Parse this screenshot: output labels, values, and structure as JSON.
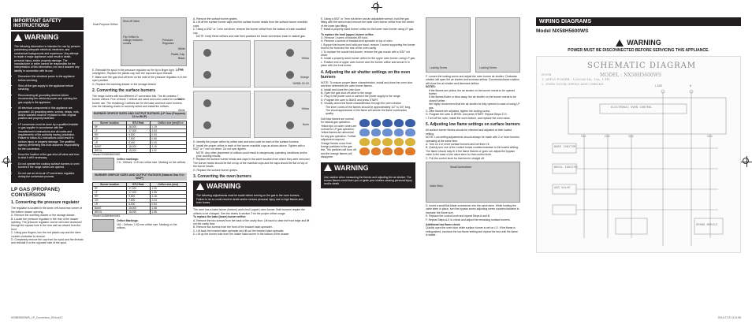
{
  "col1": {
    "section_title": "IMPORTANT SAFETY INSTRUCTIONS",
    "warning_label": "WARNING",
    "warning_paras": [
      "The following information is intended for use by persons possessing adequate electrical, electronic, and mechanical backgrounds and experience. Any attempt to repair a major appliance could result in death, personal injury, and/or property damage. The manufacturer or seller cannot be responsible for the interpretation of this information, nor can it assume any liability in connection with its use."
    ],
    "warning_bullets": [
      "Disconnect the electrical power to the appliance before servicing.",
      "Shut off the gas supply to the appliance before servicing.",
      "Reconnecting all grounding devices before reconnecting the electrical power and opening the gas supply to the appliance.",
      "All electrical components in this appliance are grounded. All grounding wires, screws, straps, nuts, and/or washers must be replaced to their original position and properly fastened.",
      "LP conversion must be done by a qualified installer or gas supplier in accordance with the manufacturer's instructions and all codes and requirements of the authority having jurisdiction. Failure to follow ALL instructions could result in serious injury or property damage. The qualified agency performing this work assumes responsibility for the conversion.",
      "Know the location of the gas shut-off valve and how to shut it off if necessary.",
      "Do not operate the cooktop surface burners or oven burners if the range valves are opened.",
      "Do not use an air-to-air LP conversion regulator during the conversion process."
    ],
    "lp_title": "LP GAS (PROPANE) CONVERSION",
    "sub1": "1. Converting the pressure regulator",
    "sub1_lines": [
      "The regulator is located in the lower, left-hand rear corner of the bottom drawer opening.",
      "A. Remove the warming drawer or the storage drawer.",
      "B. Locate the pressure regulator in the rear of the drawer opening. The pressure regulator can be seen and accessed through the square hole in the rear wall as viewed from the front.",
      "C. Using your fingers, turn the red plastic cap and the stem counter-clockwise to remove.",
      "D. Completely remove the cap from the spud and the threads and reinstall it on the opposite side of the spud."
    ]
  },
  "col2": {
    "callouts": [
      "Shut-off Valve",
      "Dual-Purpose Orifice",
      "Flip Orifice to change between modes",
      "Pressure Regulator",
      "Plastic Cap"
    ],
    "steps": [
      "E. Reinstall the spud in the pressure regulator so the tip is finger-tight. Do not overtighten. Replace the plastic cap over the exposed spud threads.",
      "F. Make sure the gas shut-off lever on the side of the pressure regulator is in the open position.",
      "G. Replace the warming drawer or the storage drawer."
    ],
    "sub2": "2. Converting the surface burners",
    "sub2_text": "The range comes with two different LP conversion kits. The kit contains 7 burner orifices. Five of these 7 orifices are sized and color-coded for surface burner use. The remaining 2 orifices are for the bake and broil oven burners. Use the following charts to correctly select and install the orifices.",
    "table1_title": "BURNER ORIFICE SIZES AND OUTPUT RATINGS (LP Gas (Propane) 10 in WCP)",
    "table1_head": [
      "Burner location",
      "BTU Rate",
      "Orifice size (mm)"
    ],
    "table1_rows": [
      [
        "RF",
        "18,000",
        "1.19"
      ],
      [
        "LF",
        "17,000",
        "1.54"
      ],
      [
        "RR",
        "9,500",
        "0.93"
      ],
      [
        "CR",
        "7,500",
        "0.86"
      ],
      [
        "LR",
        "5,000",
        "0.43"
      ],
      [
        "BAKE",
        "18,000",
        "1.19"
      ],
      [
        "BROIL",
        "15,000",
        "1.02"
      ]
    ],
    "table1_foot": "*Model NX58H5600WS",
    "orif1_title": "Orifice markings:",
    "orif1_text": "7.5 - Orifices: 1.19 mm orifice size. Marking on the orifices.",
    "table2_title": "BURNER ORIFICE SIZES AND OUTPUT RATINGS (Natural Gas 5 in WCP)",
    "table2_head": [
      "Burner location",
      "BTU Rate",
      "Orifice size (mm)"
    ],
    "table2_rows": [
      [
        "RF",
        "17,000",
        "1.55"
      ],
      [
        "LF",
        "17,000",
        "1.55"
      ],
      [
        "RR",
        "9,500",
        "1.18"
      ],
      [
        "CR",
        "7,500",
        "1.04"
      ],
      [
        "LR",
        "5,000",
        "0.84"
      ],
      [
        "BAKE",
        "16,000",
        "1.58"
      ],
      [
        "BROIL",
        "15,000",
        "1.58"
      ]
    ],
    "table2_foot": "*Model NX58H5600WS",
    "orif2_title": "Orifice Markings:",
    "orif2_text": "162 - Orifices: 1.62 mm orifice size. Marking on the orifices."
  },
  "col3": {
    "steps_top": [
      "A. Remove the surface burner grates.",
      "B. Lift off the surface burner caps and the surface burner heads from the surface burner manifold cups.",
      "C. Using a 9/32\" or 7 mm nut driver, remove the burner orifice from the bottom of each manifold cup."
    ],
    "note": "NOTE: Keep these orifices and note their positions for future conversion back to natural gas.",
    "pic_labels": [
      "White",
      "Black",
      "Red",
      "Yellow",
      "Orange",
      "White",
      "White",
      "Blue",
      "Yellow",
      "None"
    ],
    "pic_codes": [
      "N0958-XX-00"
    ],
    "steps_mid": [
      "D. Identify the proper orifice by orifice size and color code for each of the surface burners.",
      "E. Install the proper orifice in each of the burner manifold cups as shown above. Tighten with a 9/32\" or 7 mm nut driver. Do not over-tighten.",
      "NOTE: Any other placement of orifices could result in dangerously operating conditions and/or poor cooking results.",
      "F. Replace the surface burner heads and caps in the same location from which they were removed. The burner heads should be flat on top of the manifold cups and the caps should be flat on top of the burner heads.",
      "G. Replace the surface burner grates."
    ],
    "sub3": "3. Converting the oven burners",
    "warning_label": "WARNING",
    "warning_text": "The following adjustments must be made before turning on the gas to the oven burners. Failure to do so could result in death and/or serious personal injury due to high flames and toxic fumes.",
    "oven_text": [
      "The oven has a bake burner (bottom) and a broil (upper) oven burner. Both burners require the orifices to be changed. See the charts in section 2 for the proper orifice usage.",
      "To replace the bake (lower) burner orifice:",
      "A. Remove the two screws from the back of the cavity floor. Lift back to clear the front edge and lift out the cavity floor.",
      "B. Remove two screws from the front of the bracket bake-spreader.",
      "C. Lift back the bracket bake-spreader and lift out the bracket bake-spreader.",
      "D. Lift up the burner tube from the holder bake burner in the bottom of the drawer."
    ]
  },
  "col4": {
    "steps_top": [
      "E. Using a 9/32\" or 7mm nut driver and an adjustable wrench, hold the gas fitting with the wrench and remove the bake oven burner orifice from the center of the lower gas fitting.",
      "F. Install a properly sized burner orifice for the lower oven burner using LP gas."
    ],
    "sub_broil": "To replace the broil (upper) burner orifice:",
    "broil_steps": [
      "G. Remove 1 screw of bracket-KR hold.",
      "H. Remove 4 screws of bracket-broil spreader to top of oven.",
      "I. Support the burner-broil with one hand, remove 2 screw supporting the burner broil to the front and the rear of the oven cavity.",
      "J. To replace the nozzle bird-burner, remove the gas nozzle with a 9/32\" nut driver.",
      "K. Install a properly sized burner orifice for the upper oven burner, using LP gas.",
      "L. Position end of upper oven burner over the burner orifice and secure it in place with the front screw."
    ],
    "sub4": "4. Adjusting the air shutter settings on the oven burners",
    "note4": "NOTE: To ensure proper flame characteristics, install and close the oven door and then determine the oven burner flames.",
    "steps4": [
      "A. Install and close the oven door.",
      "B. Open the gas shut-off valve to the range.",
      "C. Plug in the power cord or connect the power supply to the range.",
      "D. Program the oven to BAKE and press START.",
      "E. Visually check the flame characteristics through the oven window."
    ],
    "bullets4": [
      "The inner cones of the flames should be approximately 1/2\" to 3/4\" long.",
      "The visual appearance of the flame will denote the flame combustion quality."
    ],
    "flame_notes": [
      "Soft blue flames are normal for natural gas operation.",
      "Yellow tips on outer cones are normal for LP gas operation.",
      "Yellow flames are abnormal for any gas operation. Further adjustment required.",
      "Orange flames occur from foreign particles in the gas line. The particles will burn off and the orange flames will disappear."
    ],
    "warning_label": "WARNING",
    "warning_text": "Use caution when measuring the flames and adjusting the air shutter. The burner flames could burn you or ignite your clothes causing personal injury and/or death."
  },
  "col5": {
    "pic_labels": [
      "Locking Screw",
      "Locking Screw"
    ],
    "steps_top": [
      "F. Loosen the locking screw and adjust the oven burner air shutter. Clockwise rotation will open the air shutter and increase airflow. Counterclockwise rotation will close the air shutter and decrease airflow."
    ],
    "notes_title": "NOTES:",
    "notes": [
      "If the flames are yellow, the air shutter on the burner needs to be opened further.",
      "If the flames flutter or blow away, the air shutter on the burner needs to be closed further.",
      "We highly recommend that the air shutter be fully opened in case of using LP gas."
    ],
    "steps_mid": [
      "G. After flames are adjusted, tighten the locking screw.",
      "H. Program the oven to BROIL and press START. Repeat Steps E-G.",
      "I. Turn off the oven, install the oven bottom, and replace the oven racks."
    ],
    "sub5": "5. Adjusting low flame settings on surface burners",
    "sub5_text": "All surface burner flames should be checked and adjusted at their lowest setting.",
    "note5": "NOTE: Low setting adjustments should always be made with 2 or more burners operating at the same time.",
    "steps5": [
      "A. Turn on 2 or more surface burners and set them HI.",
      "B. Quickly turn one of the control knobs counterclockwise to the lowest setting. The flame should stay lit. If the flame flickers or goes out, adjust the bypass valve in the base of the valve stem for that control knob.",
      "C. Pull the control knob for that burner straight off."
    ],
    "pic2_labels": [
      "Small Screwdriver",
      "Valve Stem"
    ],
    "steps5b": [
      "D. Insert a small flat-blade screwdriver into the valve stem. While holding the valve stem in place, turn the bypass screw adjusting screw counterclockwise to increase the flame size.",
      "E. Replace the control knob and repeat Steps A and B.",
      "F. Repeat Steps A-E to check and adjust the remaining surface burners."
    ],
    "sub_check": "Additional low flame check",
    "check_text": "Quickly open the oven door while surface burner is set on LO. If the flame is extinguished, increase the low flame setting and repeat the test until the flame is stable."
  },
  "col6": {
    "title": "WIRING DIAGRAMS",
    "model": "Model NX58H5600WS",
    "warning_label": "WARNING",
    "warning_sub": "POWER MUST BE DISCONNECTED BEFORE SERVICING THIS APPLIANCE.",
    "sch_title": "SCHEMATIC DIAGRAM",
    "sch_model": "MODEL : NX58H5600WS",
    "sch_notes": [
      "NOTE",
      "1. APPLY POWER : 120V/60 Hz, 15A, 1 PH",
      "2. OVEN DOOR OPENS AND CHECKS"
    ],
    "sch_labels": [
      "LINE",
      "N",
      "ELECTRONIC OVEN CONTROL",
      "BAKE IGNITOR",
      "BROIL IGNITOR",
      "GAS VALVE",
      "SPARK MODULE",
      "CN1",
      "CN2",
      "CN3",
      "CN4"
    ]
  },
  "footer": {
    "left": "NX58H5600WS_LP_Conversion_EN.indd   1",
    "right": "2014-07-01   3:11:58"
  }
}
